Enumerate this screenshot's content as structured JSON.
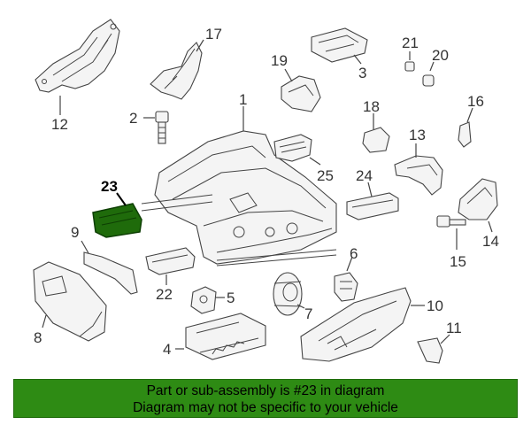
{
  "banner": {
    "line1": "Part or sub-assembly is #23 in diagram",
    "line2": "Diagram may not be specific to your vehicle",
    "color": "#2e8b14"
  },
  "diagram": {
    "highlight_color": "#1f6b0b",
    "labels": {
      "1": "1",
      "2": "2",
      "3": "3",
      "4": "4",
      "5": "5",
      "6": "6",
      "7": "7",
      "8": "8",
      "9": "9",
      "10": "10",
      "11": "11",
      "12": "12",
      "13": "13",
      "14": "14",
      "15": "15",
      "16": "16",
      "17": "17",
      "18": "18",
      "19": "19",
      "20": "20",
      "21": "21",
      "22": "22",
      "23": "23",
      "24": "24",
      "25": "25"
    }
  }
}
